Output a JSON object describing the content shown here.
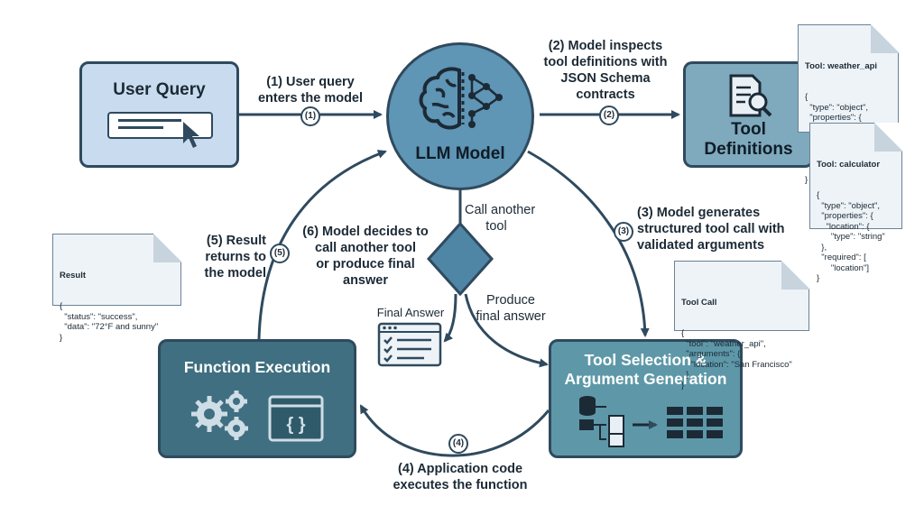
{
  "nodes": {
    "user_query": "User Query",
    "llm_model": "LLM Model",
    "tool_definitions": "Tool\nDefinitions",
    "tool_selection": "Tool Selection &\nArgument Generation",
    "function_execution": "Function Execution"
  },
  "steps": {
    "s1": {
      "num": "(1)",
      "text": "(1) User query\nenters the model"
    },
    "s2": {
      "num": "(2)",
      "text": "(2) Model inspects\ntool definitions with\nJSON Schema\ncontracts"
    },
    "s3": {
      "num": "(3)",
      "text": "(3) Model generates\nstructured tool call with\nvalidated arguments"
    },
    "s4": {
      "num": "(4)",
      "text": "(4) Application code\nexecutes the function"
    },
    "s5": {
      "num": "(5)",
      "text": "(5) Result\nreturns to\nthe model"
    },
    "s6": {
      "text": "(6) Model decides to\ncall another tool\nor produce final\nanswer"
    }
  },
  "decision": {
    "call_another": "Call another\ntool",
    "produce_final": "Produce\nfinal answer",
    "final_answer_label": "Final Answer"
  },
  "notes": {
    "weather": {
      "title": "Tool: weather_api",
      "code": "{\n  \"type\": \"object\",\n  \"properties\": {\n    \"location\": {\n      \"type\": \"string\"\n  },\n  \"required\": [\n      \"location\"]\n}"
    },
    "calculator": {
      "title": "Tool: calculator",
      "code": "{\n  \"type\": \"object\",\n  \"properties\": {\n    \"location\": {\n      \"type\": \"string\"\n  },\n  \"required\": [\n      \"location\"]\n}"
    },
    "tool_call": {
      "title": "Tool Call",
      "code": "{\n  \"tool\": \"weather_api\",\n  \"arguments\": {\n    \"location\": \"San Francisco\"\n  }\n}"
    },
    "result": {
      "title": "Result",
      "code": "{\n  \"status\": \"success\",\n  \"data\": \"72°F and sunny\"\n}"
    }
  },
  "colors": {
    "user_query_fill": "#c9dcef",
    "llm_fill": "#5f95b5",
    "tool_def_fill": "#7fa9bd",
    "tool_sel_fill": "#5e98a8",
    "func_exec_fill": "#3f6f80",
    "stroke": "#2f4a5e"
  }
}
